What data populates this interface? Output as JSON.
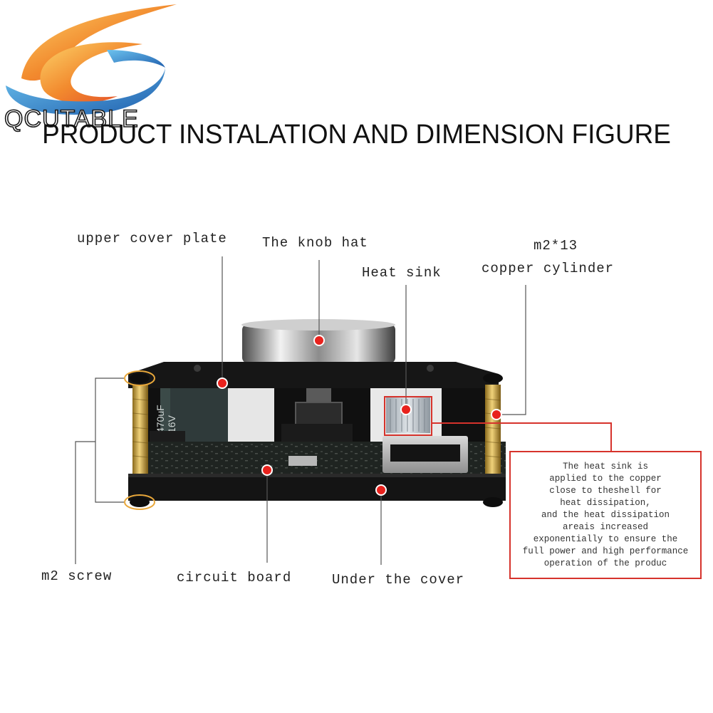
{
  "brand": {
    "name": "QCUTABLE"
  },
  "title": "PRODUCT INSTALATION AND DIMENSION FIGURE",
  "labels": {
    "upper_cover_plate": "upper cover plate",
    "knob_hat": "The knob hat",
    "heat_sink": "Heat sink",
    "copper_size": "m2*13",
    "copper_cylinder": "copper cylinder",
    "m2_screw": "m2 screw",
    "circuit_board": "circuit board",
    "under_cover": "Under the cover"
  },
  "capacitor": {
    "line1": "470uF",
    "line2": "16V"
  },
  "callout": {
    "text": "The heat sink is\napplied to the copper\nclose to theshell for\nheat dissipation,\nand the heat dissipation\nareais increased\nexponentially to ensure the\nfull power and high performance\noperation of the produc"
  },
  "colors": {
    "marker": "#e8221d",
    "leader": "#555555",
    "callout_border": "#d6332c",
    "logo_orange": "#f2994a",
    "logo_blue": "#2f7fc1"
  }
}
